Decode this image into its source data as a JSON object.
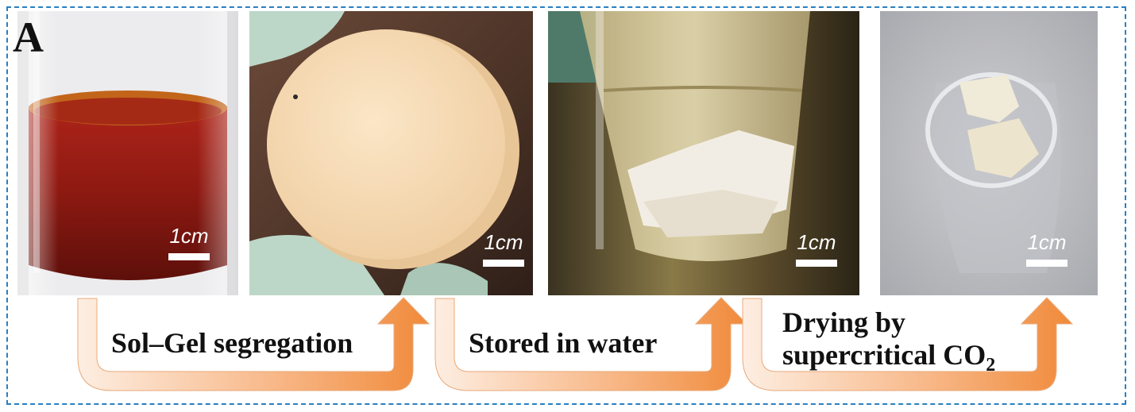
{
  "panel_label": "A",
  "photos": [
    {
      "name": "red-sol-vial-photo",
      "scale": "1cm"
    },
    {
      "name": "gel-disc-photo",
      "scale": "1cm"
    },
    {
      "name": "gel-in-water-vial-photo",
      "scale": "1cm"
    },
    {
      "name": "aerogel-beaker-photo",
      "scale": "1cm"
    }
  ],
  "steps": {
    "step1": "Sol–Gel segregation",
    "step2": "Stored in water",
    "step3_line1": "Drying by",
    "step3_line2": "supercritical CO",
    "step3_sub": "2"
  },
  "colors": {
    "frame": "#2a7fc0",
    "arrow_dark": "#f08a3a",
    "arrow_light": "#fdeee2"
  }
}
